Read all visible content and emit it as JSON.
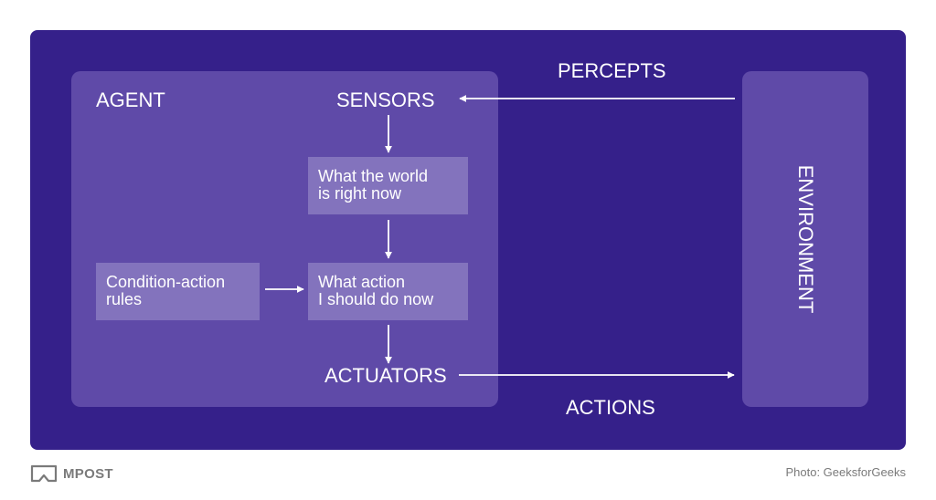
{
  "diagram": {
    "agent_label": "AGENT",
    "sensors_label": "SENSORS",
    "actuators_label": "ACTUATORS",
    "world_state_box": [
      "What the world",
      "is right now"
    ],
    "action_box": [
      "What action",
      "I should do now"
    ],
    "rules_box": [
      "Condition-action",
      "rules"
    ],
    "environment_label": "ENVIRONMENT",
    "percepts_label": "PERCEPTS",
    "actions_label": "ACTIONS"
  },
  "footer": {
    "logo_text": "MPOST",
    "logo_icon": "mpost-logo-icon",
    "photo_credit": "Photo: GeeksforGeeks"
  },
  "colors": {
    "frame": "#35208a",
    "panel": "#5f4aa8",
    "box": "#8373bd",
    "text": "#ffffff",
    "footer_text": "#7a7a7a"
  }
}
